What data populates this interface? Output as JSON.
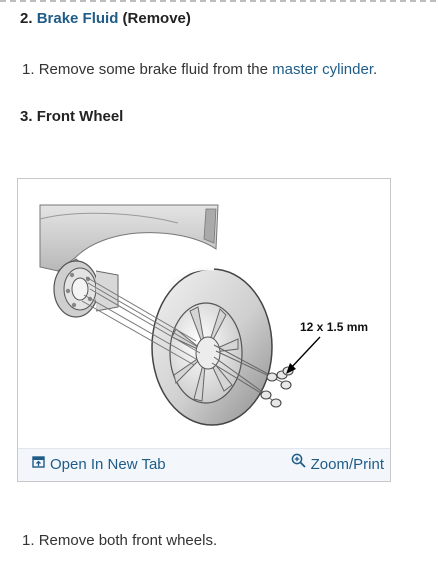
{
  "sections": [
    {
      "number": "2.",
      "link_text": "Brake Fluid",
      "suffix": "(Remove)",
      "step_number": "1.",
      "step_text": "Remove some brake fluid from the",
      "step_link": "master cylinder",
      "step_end": "."
    },
    {
      "number": "3.",
      "title": "Front Wheel"
    }
  ],
  "figure": {
    "callout": "12 x 1.5 mm",
    "open_tab_label": "Open In New Tab",
    "open_tab_icon": "open-in-new-tab-icon",
    "zoom_label": "Zoom/Print",
    "zoom_icon": "magnifier-plus-icon"
  },
  "final_step": {
    "number": "1.",
    "text": "Remove both front wheels."
  },
  "colors": {
    "link": "#1f5c87",
    "text": "#222222",
    "toolbar_bg": "#f3f7fb",
    "border": "#c8c8c8"
  }
}
